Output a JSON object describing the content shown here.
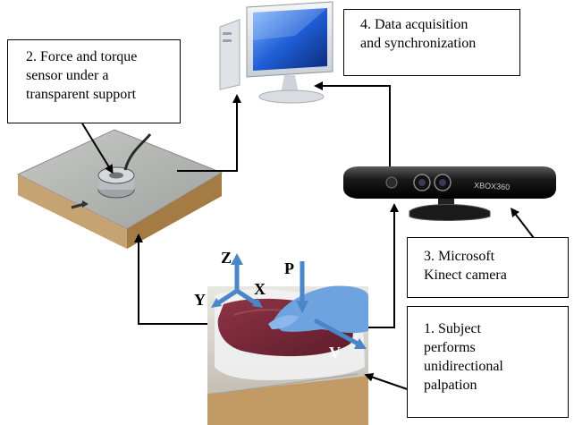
{
  "labels": {
    "step1": {
      "line1": "1. Subject",
      "line2": "performs",
      "line3": "unidirectional",
      "line4": "palpation"
    },
    "step2": {
      "line1": "2. Force and torque",
      "line2": "sensor under a",
      "line3": "transparent support"
    },
    "step3": {
      "line1": "3. Microsoft",
      "line2": "Kinect camera"
    },
    "step4": {
      "line1": "4. Data acquisition",
      "line2": "and synchronization"
    }
  },
  "axes": {
    "z": "Z",
    "y": "Y",
    "x": "X",
    "p": "P",
    "v": "V"
  },
  "kinect": {
    "brand_text": "XBOX360"
  },
  "icons": [
    "desktop-computer-icon",
    "force-sensor-plate-icon",
    "kinect-camera-icon",
    "palpation-photo-icon"
  ]
}
